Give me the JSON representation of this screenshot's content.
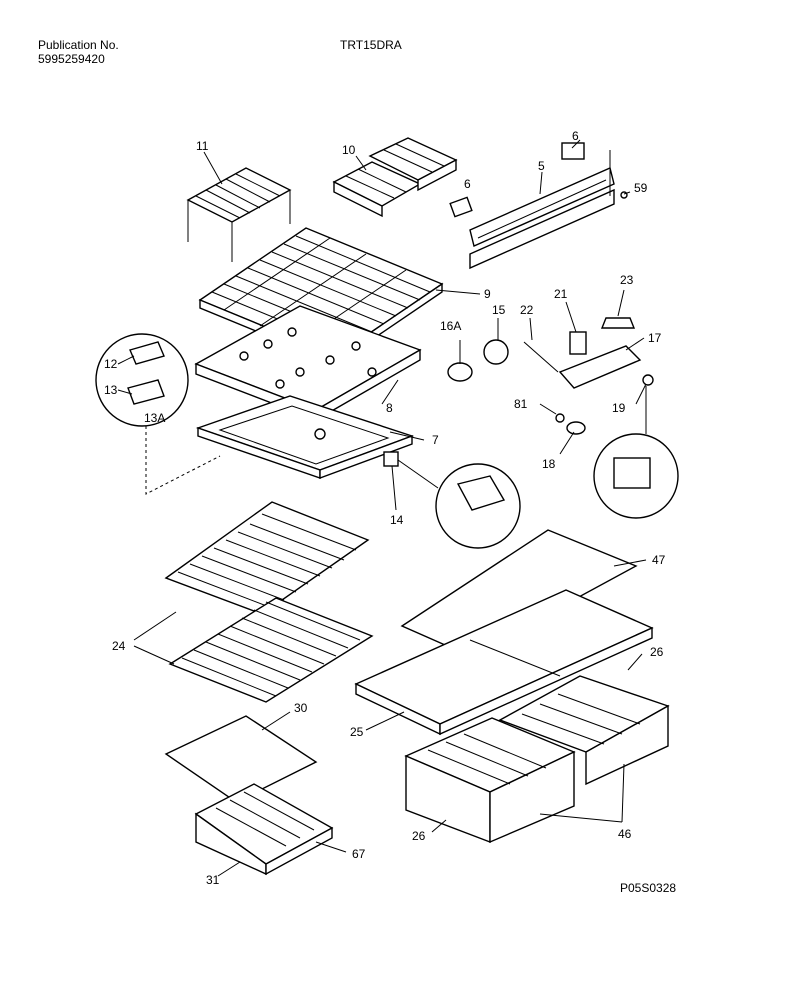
{
  "header": {
    "publication_label": "Publication No.",
    "publication_number": "5995259420",
    "model": "TRT15DRA"
  },
  "figure_code": "P05S0328",
  "callouts": {
    "c11": "11",
    "c10": "10",
    "c6a": "6",
    "c6b": "6",
    "c5": "5",
    "c59": "59",
    "c9": "9",
    "c16a": "16A",
    "c15": "15",
    "c22": "22",
    "c21": "21",
    "c23": "23",
    "c17": "17",
    "c12": "12",
    "c13": "13",
    "c13a": "13A",
    "c8": "8",
    "c81": "81",
    "c19": "19",
    "c7": "7",
    "c18": "18",
    "c14": "14",
    "c47": "47",
    "c24": "24",
    "c26a": "26",
    "c30": "30",
    "c25": "25",
    "c26b": "26",
    "c46": "46",
    "c31": "31",
    "c67": "67"
  }
}
